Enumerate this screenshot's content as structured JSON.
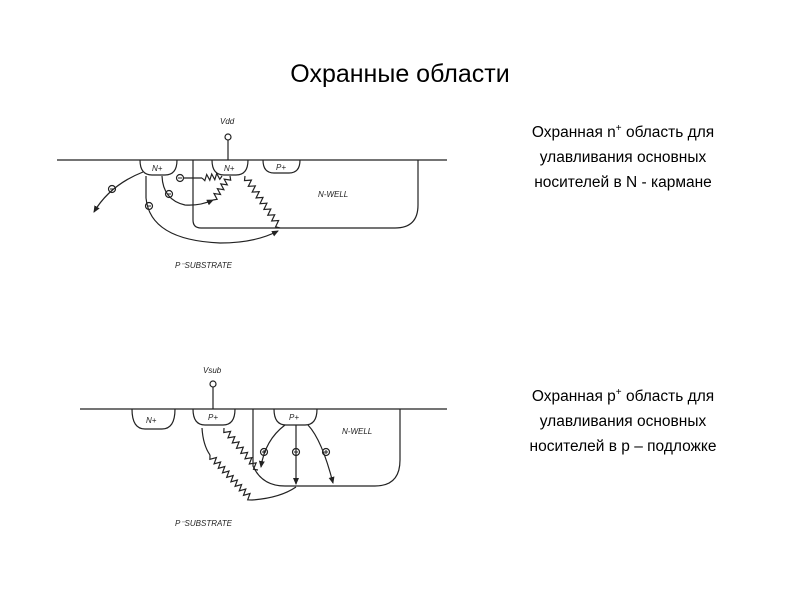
{
  "title": "Охранные области",
  "caption_top": {
    "line1_pre": "Охранная n",
    "line1_sup": "+",
    "line1_post": " область для",
    "line2": "улавливания основных",
    "line3": "носителей в N - кармане"
  },
  "caption_bottom": {
    "line1_pre": "Охранная p",
    "line1_sup": "+",
    "line1_post": " область для",
    "line2": "улавливания основных",
    "line3": "носителей в p – подложке"
  },
  "diagram_top": {
    "supply": "Vdd",
    "region_n1": "N+",
    "region_n2": "N+",
    "region_p": "P+",
    "well": "N-WELL",
    "substrate": "P⁻SUBSTRATE",
    "carrier": "−"
  },
  "diagram_bottom": {
    "supply": "Vsub",
    "region_n": "N+",
    "region_p1": "P+",
    "region_p2": "P+",
    "well": "N-WELL",
    "substrate": "P⁻SUBSTRATE",
    "carrier": "+"
  }
}
